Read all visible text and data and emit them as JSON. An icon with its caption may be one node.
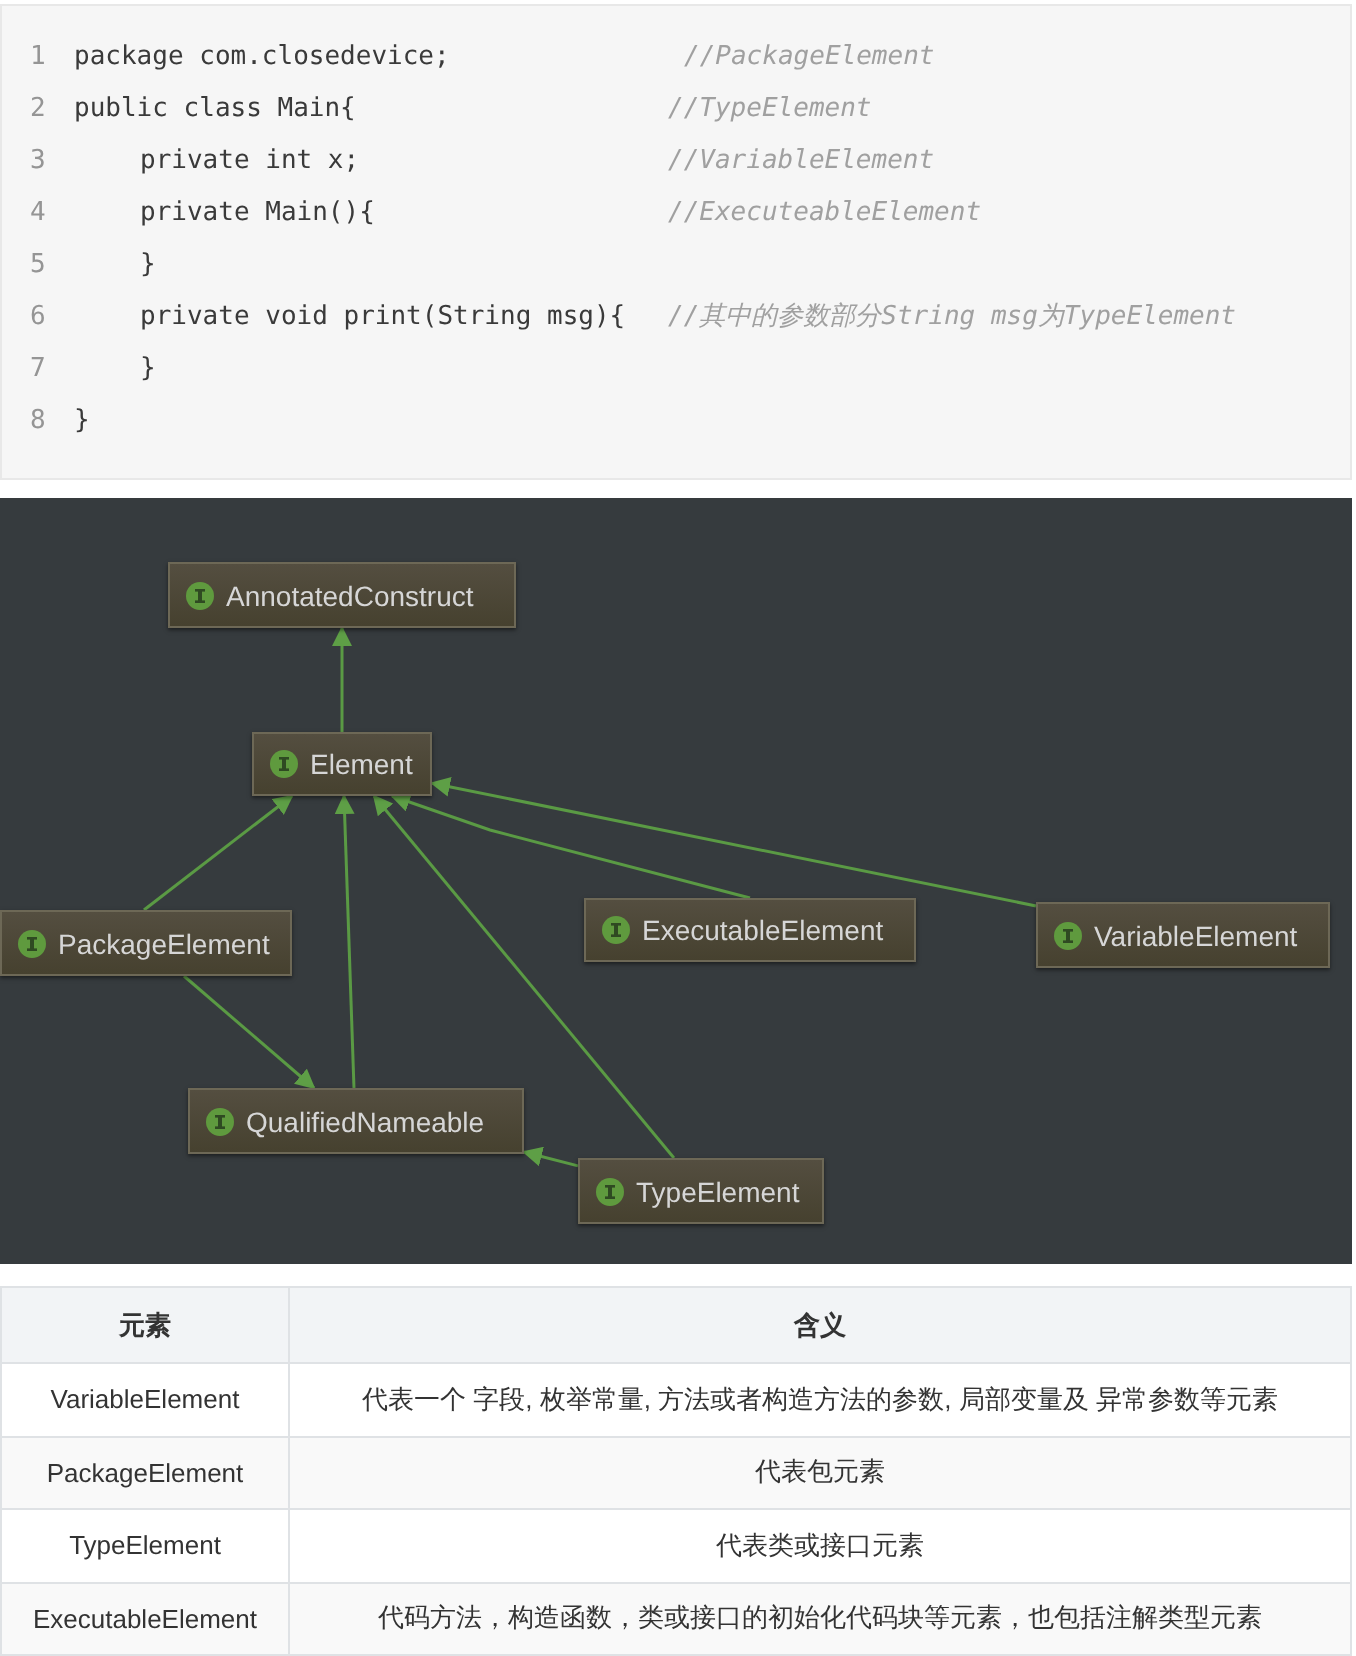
{
  "diagram": {
    "nodes": [
      {
        "text": [
          "AnnotatedConstruct"
        ]
      },
      {
        "text": [
          "Element"
        ]
      },
      {
        "text": [
          "PackageElement"
        ]
      },
      {
        "text": [
          "ExecutableElement"
        ]
      },
      {
        "text": [
          "VariableElement"
        ]
      },
      {
        "text": [
          "QualifiedNameable"
        ]
      },
      {
        "text": [
          "TypeElement"
        ]
      }
    ],
    "edges": [
      {
        "from": 1,
        "to": 0,
        "arrow": "to"
      },
      {
        "from": 2,
        "to": 1,
        "arrow": "to"
      },
      {
        "from": 5,
        "to": 1,
        "arrow": "to"
      },
      {
        "from": 6,
        "to": 1,
        "arrow": "to"
      },
      {
        "from": 3,
        "to": 1,
        "arrow": "to"
      },
      {
        "from": 4,
        "to": 1,
        "arrow": "to"
      },
      {
        "from": 2,
        "to": 5,
        "arrow": "to"
      },
      {
        "from": 6,
        "to": 5,
        "arrow": "to"
      }
    ],
    "labels": [
      "1",
      "package com.closedevice;",
      "//PackageElement",
      "2",
      "public class Main{",
      "//TypeElement",
      "3",
      "private int x;",
      "//VariableElement",
      "4",
      "private Main(){",
      "//ExecuteableElement",
      "5",
      "}",
      "6",
      "private void print(String msg){",
      "//其中的参数部分String msg为TypeElement",
      "7",
      "}",
      "8",
      "}",
      "元素",
      "含义",
      "VariableElement",
      "代表一个 字段, 枚举常量, 方法或者构造方法的参数, 局部变量及 异常参数等元素",
      "PackageElement",
      "代表包元素",
      "TypeElement",
      "代表类或接口元素",
      "ExecutableElement",
      "代码方法，构造函数，类或接口的初始化代码块等元素，也包括注解类型元素"
    ]
  }
}
